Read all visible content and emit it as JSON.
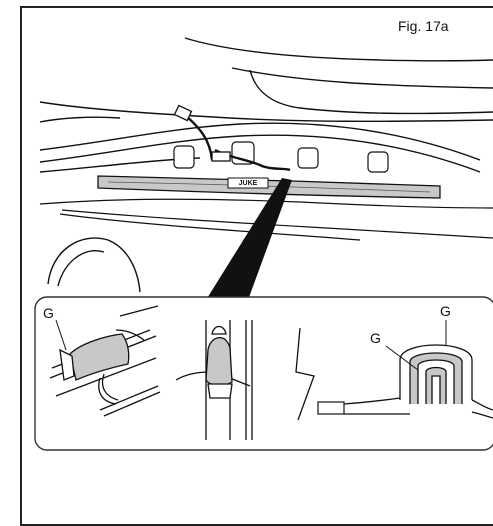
{
  "figure": {
    "label": "Fig. 17a"
  },
  "badge": {
    "text": "JUKE"
  },
  "callouts": {
    "g1": "G",
    "g2": "G",
    "g3": "G"
  },
  "colors": {
    "line": "#111111",
    "fill_gray": "#c8c8c8",
    "inset_border": "#333333"
  }
}
